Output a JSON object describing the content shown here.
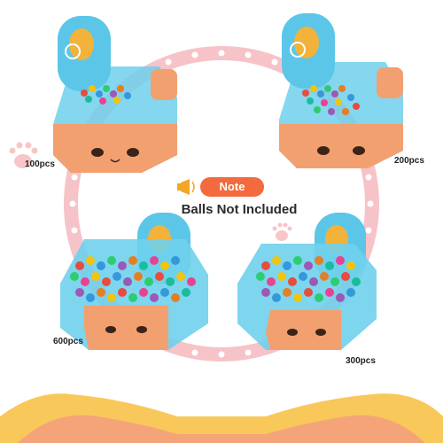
{
  "labels": {
    "pcs_100": "100pcs",
    "pcs_200": "200pcs",
    "pcs_600": "600pcs",
    "pcs_300": "300pcs"
  },
  "note": {
    "badge": "Note",
    "text": "Balls Not Included"
  },
  "colors": {
    "ring": "#f6c3c8",
    "badge": "#f26a3d",
    "tent_blue": "#5cc6e8",
    "cat_face": "#f2a070",
    "bottom_cat_yellow": "#f8c85a"
  },
  "icons": [
    "megaphone-icon",
    "paw-print-icon"
  ]
}
